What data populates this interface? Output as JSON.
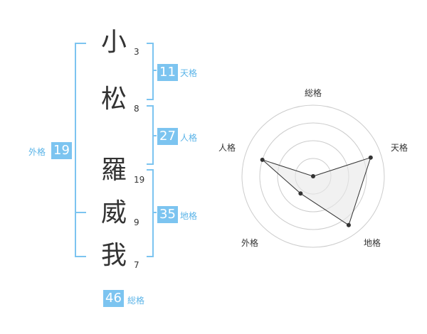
{
  "name": {
    "chars": [
      {
        "char": "小",
        "strokes": "3"
      },
      {
        "char": "松",
        "strokes": "8"
      },
      {
        "char": "羅",
        "strokes": "19"
      },
      {
        "char": "威",
        "strokes": "9"
      },
      {
        "char": "我",
        "strokes": "7"
      }
    ]
  },
  "kakusu": {
    "tenkaku": {
      "label": "天格",
      "value": "11"
    },
    "jinkaku": {
      "label": "人格",
      "value": "27"
    },
    "chikaku": {
      "label": "地格",
      "value": "35"
    },
    "gaikaku": {
      "label": "外格",
      "value": "19"
    },
    "soukaku": {
      "label": "総格",
      "value": "46"
    }
  },
  "radar": {
    "axes": [
      "総格",
      "天格",
      "地格",
      "外格",
      "人格"
    ],
    "values": [
      0.0,
      0.85,
      0.85,
      0.3,
      0.75
    ],
    "rings": 4,
    "colors": {
      "line": "#333333",
      "fill": "#e8e8e8",
      "ring": "#cccccc",
      "center": "#bbbbbb"
    }
  },
  "colors": {
    "accent": "#7cc4f0",
    "accent_text": "#5bb4e8",
    "text": "#333333"
  }
}
